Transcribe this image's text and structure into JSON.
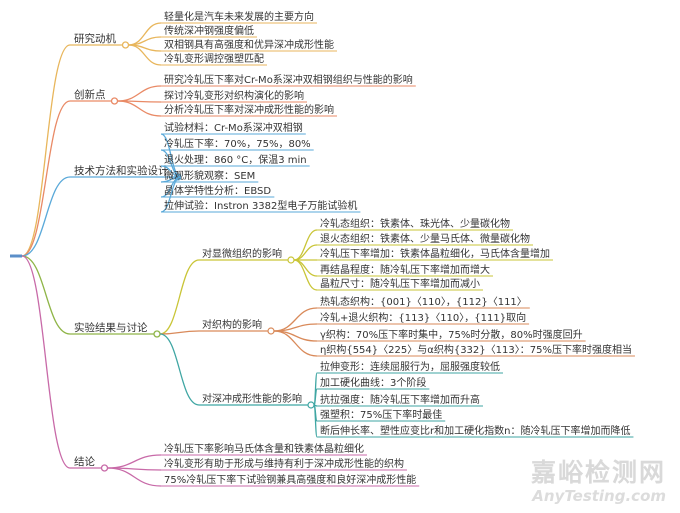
{
  "root": "",
  "branches": [
    {
      "label": "研究动机",
      "color": "#e8b65c",
      "children": [
        {
          "label": "轻量化是汽车未来发展的主要方向"
        },
        {
          "label": "传统深冲钢强度偏低"
        },
        {
          "label": "双相钢具有高强度和优异深冲成形性能"
        },
        {
          "label": "冷轧变形调控强塑匹配"
        }
      ]
    },
    {
      "label": "创新点",
      "color": "#e98a66",
      "children": [
        {
          "label": "研究冷轧压下率对Cr-Mo系深冲双相钢组织与性能的影响"
        },
        {
          "label": "探讨冷轧变形对织构演化的影响"
        },
        {
          "label": "分析冷轧压下率对深冲成形性能的影响"
        }
      ]
    },
    {
      "label": "技术方法和实验设计",
      "color": "#5aa9d9",
      "children": [
        {
          "label": "试验材料：Cr-Mo系深冲双相钢"
        },
        {
          "label": "冷轧压下率：70%，75%，80%"
        },
        {
          "label": "退火处理：860 °C，保温3 min"
        },
        {
          "label": "微观形貌观察：SEM"
        },
        {
          "label": "晶体学特性分析：EBSD"
        },
        {
          "label": "拉伸试验：Instron 3382型电子万能试验机"
        }
      ]
    },
    {
      "label": "实验结果与讨论",
      "color": "#8fb548",
      "children": [
        {
          "label": "对显微组织的影响",
          "color": "#c9c537",
          "children": [
            {
              "label": "冷轧态组织：铁素体、珠光体、少量碳化物"
            },
            {
              "label": "退火态组织：铁素体、少量马氏体、微量碳化物"
            },
            {
              "label": "冷轧压下率增加：铁素体晶粒细化，马氏体含量增加"
            },
            {
              "label": "再结晶程度：随冷轧压下率增加而增大"
            },
            {
              "label": "晶粒尺寸：随冷轧压下率增加而减小"
            }
          ]
        },
        {
          "label": "对织构的影响",
          "color": "#d98a5a",
          "children": [
            {
              "label": "热轧态织构：{001}〈110〉，{112}〈111〉"
            },
            {
              "label": "冷轧+退火织构：{113}〈110〉，{111}取向"
            },
            {
              "label": "γ织构：70%压下率时集中，75%时分散，80%时强度回升"
            },
            {
              "label": "η织构{554}〈225〉与α织构{332}〈113〉：75%压下率时强度相当"
            }
          ]
        },
        {
          "label": "对深冲成形性能的影响",
          "color": "#3fa6a3",
          "children": [
            {
              "label": "拉伸变形：连续屈服行为，屈服强度较低"
            },
            {
              "label": "加工硬化曲线：3个阶段"
            },
            {
              "label": "抗拉强度：随冷轧压下率增加而升高"
            },
            {
              "label": "强塑积：75%压下率时最佳"
            },
            {
              "label": "断后伸长率、塑性应变比r和加工硬化指数n：随冷轧压下率增加而降低"
            }
          ]
        }
      ]
    },
    {
      "label": "结论",
      "color": "#c86aa8",
      "children": [
        {
          "label": "冷轧压下率影响马氏体含量和铁素体晶粒细化"
        },
        {
          "label": "冷轧变形有助于形成与维持有利于深冲成形性能的织构"
        },
        {
          "label": "75%冷轧压下率下试验钢兼具高强度和良好深冲成形性能"
        }
      ]
    }
  ],
  "watermark": {
    "cn": "嘉峪检测网",
    "en": "AnyTesting.com"
  }
}
